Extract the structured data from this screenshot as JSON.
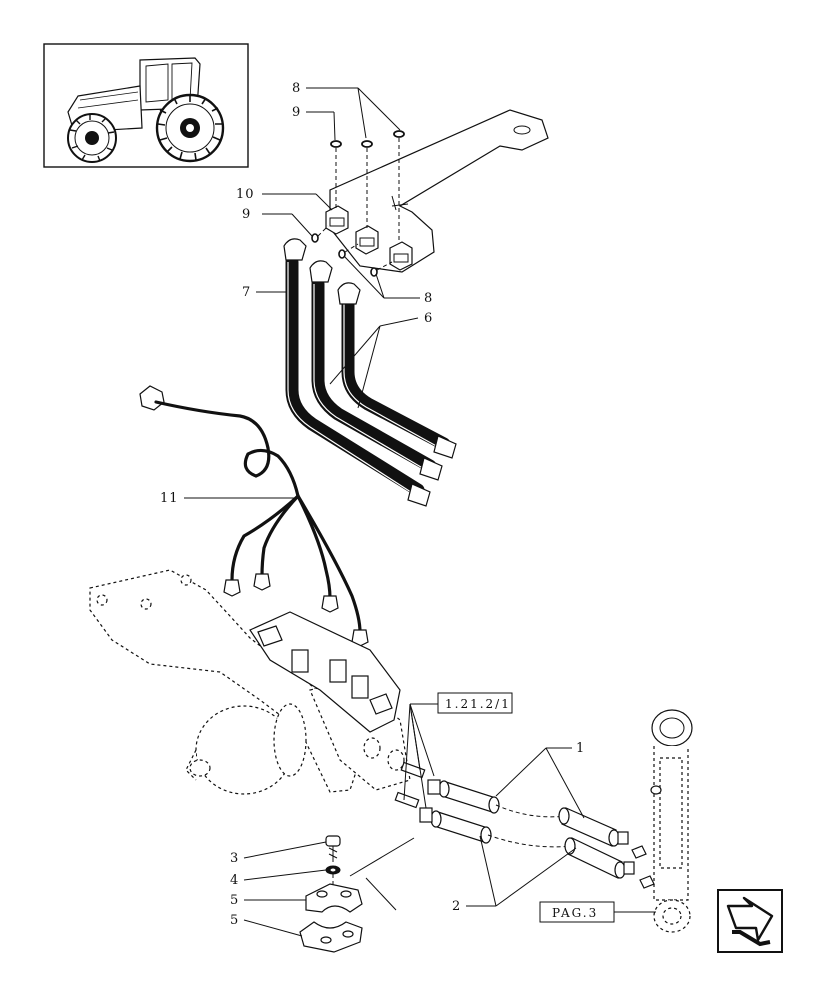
{
  "callouts": [
    {
      "id": "c8a",
      "text": "8"
    },
    {
      "id": "c9a",
      "text": "9"
    },
    {
      "id": "c10",
      "text": "10"
    },
    {
      "id": "c9b",
      "text": "9"
    },
    {
      "id": "c7",
      "text": "7"
    },
    {
      "id": "c8b",
      "text": "8"
    },
    {
      "id": "c6",
      "text": "6"
    },
    {
      "id": "c11",
      "text": "11"
    },
    {
      "id": "c1",
      "text": "1"
    },
    {
      "id": "c2",
      "text": "2"
    },
    {
      "id": "c3",
      "text": "3"
    },
    {
      "id": "c4",
      "text": "4"
    },
    {
      "id": "c5a",
      "text": "5"
    },
    {
      "id": "c5b",
      "text": "5"
    }
  ],
  "references": {
    "ref_top": "1.21.2/1",
    "ref_bottom": "PAG.3"
  },
  "icons": {
    "thumbnail": "tractor-thumbnail-icon",
    "next_page": "next-page-arrow-icon"
  },
  "colors": {
    "ink": "#111111",
    "paper": "#ffffff"
  }
}
